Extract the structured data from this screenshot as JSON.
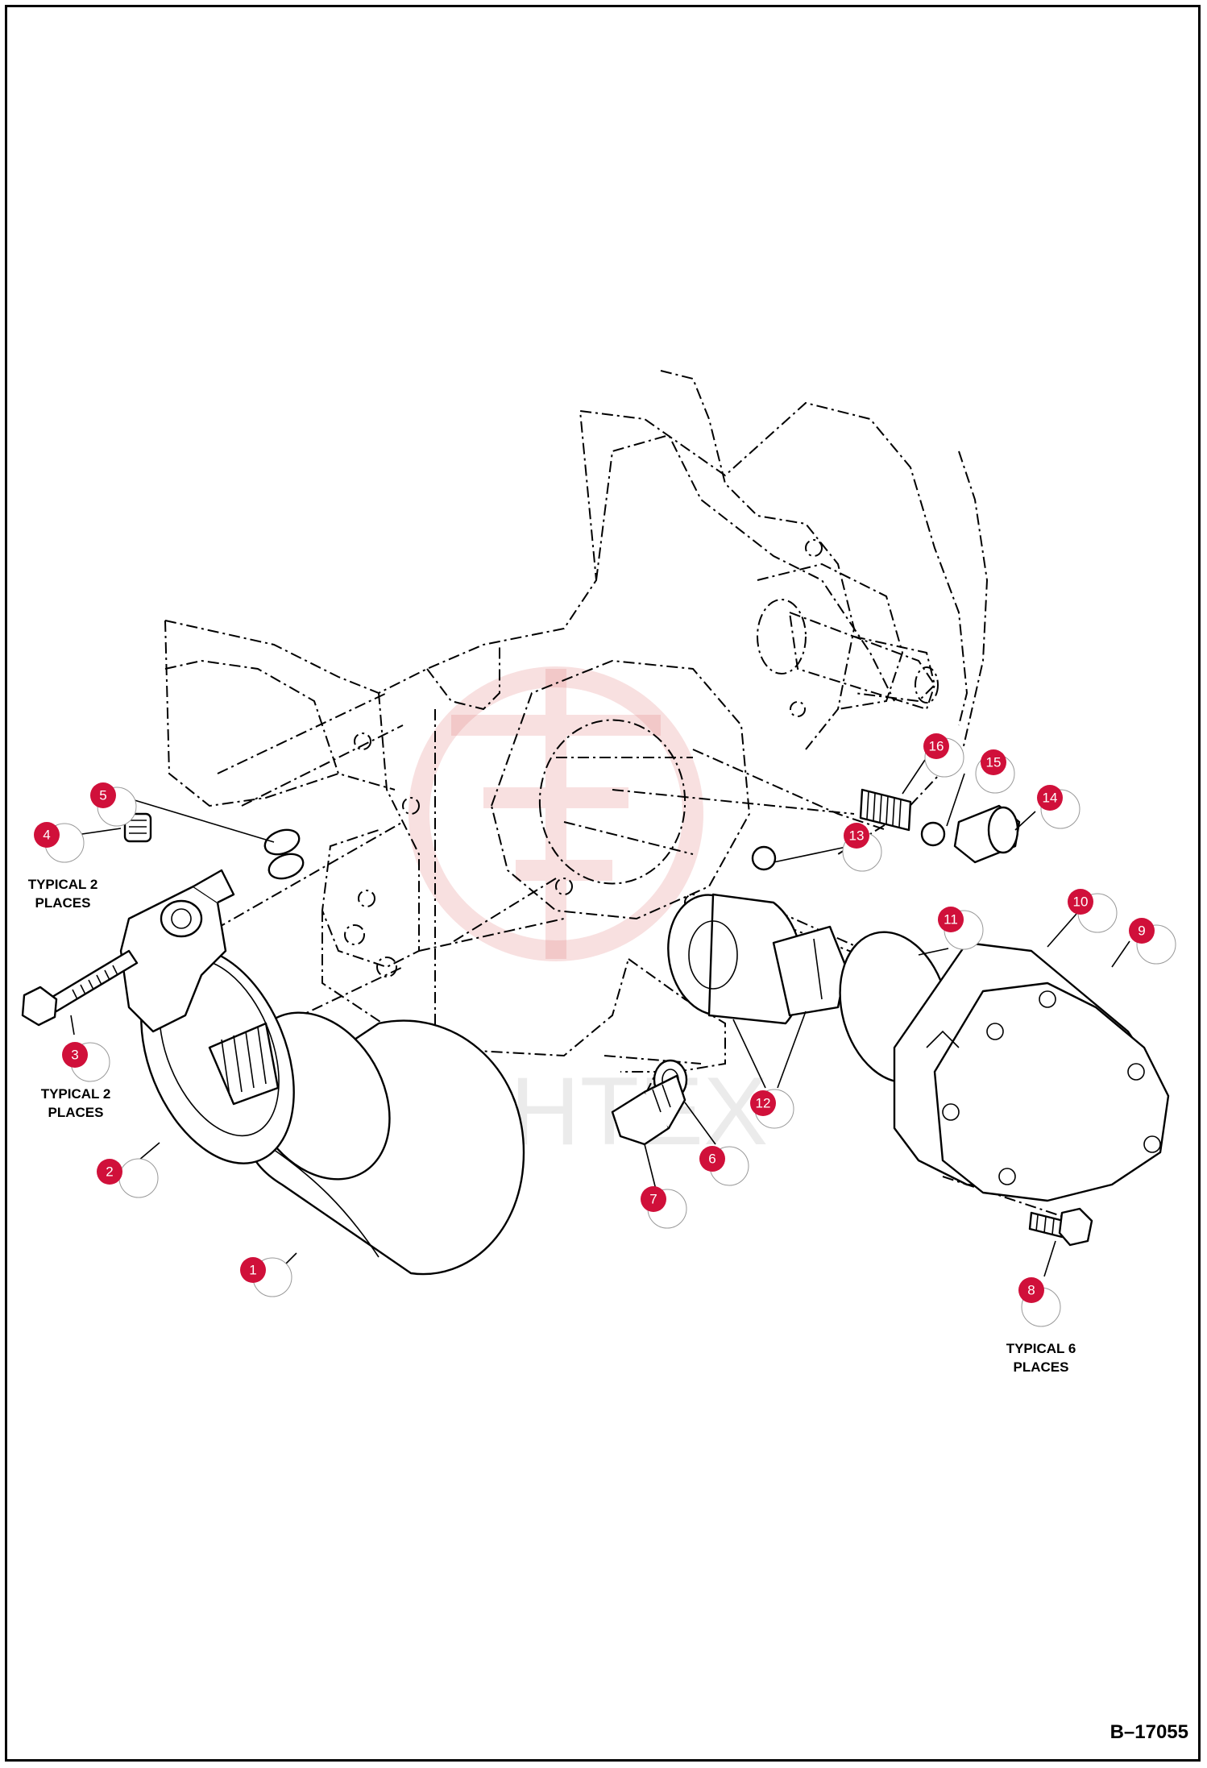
{
  "drawing_id": "B–17055",
  "watermark_text": "ИНТЕХ",
  "accent_color": "#d0103a",
  "callouts": [
    {
      "num": "1",
      "part": "oil-filter"
    },
    {
      "num": "2",
      "part": "filter-adapter-flange"
    },
    {
      "num": "3",
      "part": "bolt"
    },
    {
      "num": "4",
      "part": "plug"
    },
    {
      "num": "5",
      "part": "o-rings"
    },
    {
      "num": "6",
      "part": "washer"
    },
    {
      "num": "7",
      "part": "drain-plug"
    },
    {
      "num": "8",
      "part": "cover-bolt"
    },
    {
      "num": "9",
      "part": "pump-cover"
    },
    {
      "num": "10",
      "part": "cover-gasket"
    },
    {
      "num": "11",
      "part": "inner-rotor-gasket"
    },
    {
      "num": "12",
      "part": "rotor-set"
    },
    {
      "num": "13",
      "part": "o-ring"
    },
    {
      "num": "14",
      "part": "relief-valve-plug"
    },
    {
      "num": "15",
      "part": "ball"
    },
    {
      "num": "16",
      "part": "spring"
    }
  ],
  "notes": {
    "typical_2_places_line1": "TYPICAL 2",
    "typical_2_places_line2": "PLACES",
    "typical_6_places_line1": "TYPICAL 6",
    "typical_6_places_line2": "PLACES"
  }
}
